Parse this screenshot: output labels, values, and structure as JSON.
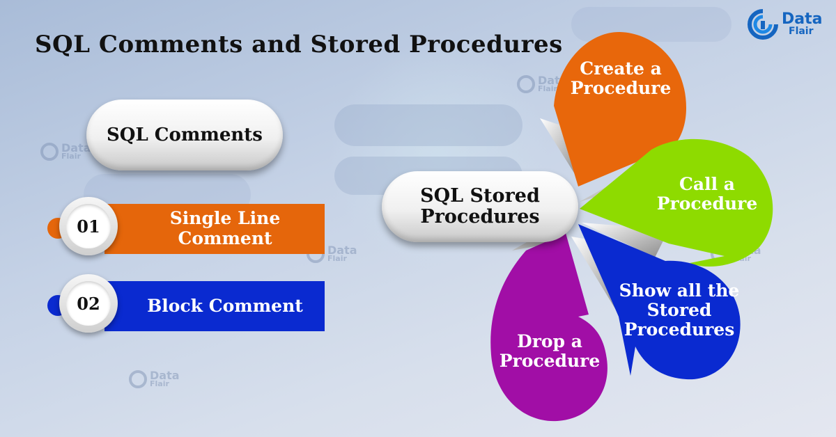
{
  "title": "SQL Comments and Stored Procedures",
  "logo": {
    "line1": "Data",
    "line2": "Flair"
  },
  "watermark": {
    "line1": "Data",
    "line2": "Flair"
  },
  "left": {
    "heading": "SQL Comments",
    "items": [
      {
        "number": "01",
        "label": "Single Line Comment",
        "color": "#e5660b"
      },
      {
        "number": "02",
        "label": "Block Comment",
        "color": "#0a2ad0"
      }
    ]
  },
  "right": {
    "center": "SQL Stored Procedures",
    "petals": [
      {
        "label": "Create a Procedure",
        "color": "#e8670b"
      },
      {
        "label": "Call a Procedure",
        "color": "#8edb00"
      },
      {
        "label": "Show all the Stored Procedures",
        "color": "#0a2ad0"
      },
      {
        "label": "Drop a Procedure",
        "color": "#a10ea6"
      }
    ]
  },
  "colors": {
    "logo_blue": "#1565c0",
    "bar_orange": "#e5660b",
    "bar_blue": "#0a2ad0"
  }
}
